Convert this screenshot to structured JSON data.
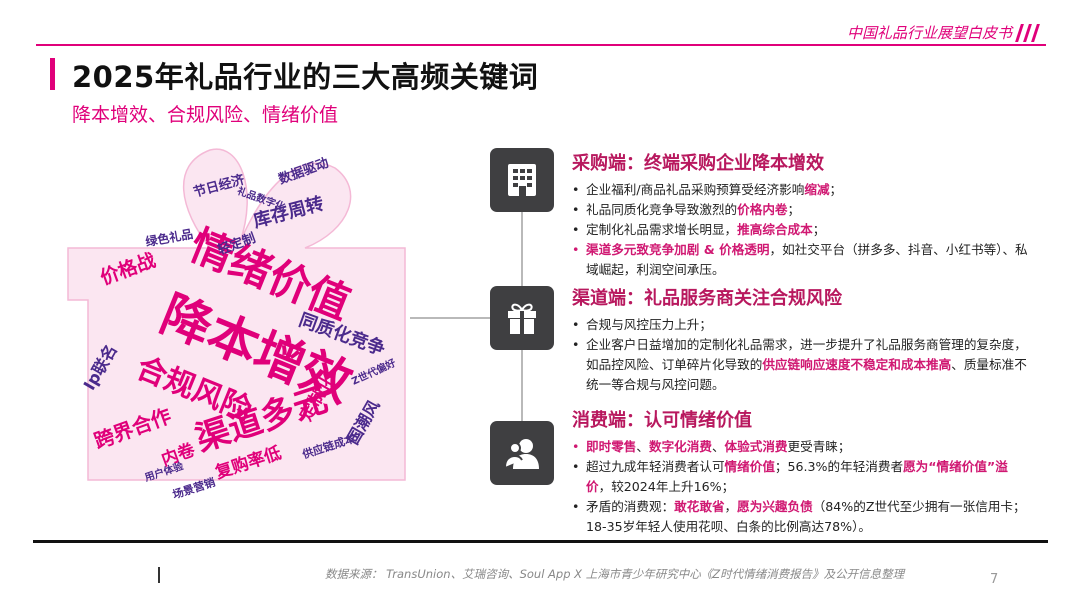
{
  "header": {
    "brand": "中国礼品行业展望白皮书",
    "title": "2025年礼品行业的三大高频关键词",
    "subtitle": "降本增效、合规风险、情绪价值"
  },
  "word_cloud": {
    "colors": [
      "#e0007a",
      "#4b2a8c"
    ],
    "words": [
      {
        "text": "降本增效",
        "size": 50,
        "color": "#e0007a",
        "rot": 22
      },
      {
        "text": "情绪价值",
        "size": 42,
        "color": "#e0007a",
        "rot": 22
      },
      {
        "text": "渠道多元",
        "size": 34,
        "color": "#e0007a",
        "rot": -18
      },
      {
        "text": "合规风险",
        "size": 30,
        "color": "#e0007a",
        "rot": 22
      },
      {
        "text": "跨界合作",
        "size": 20,
        "color": "#e0007a",
        "rot": -20
      },
      {
        "text": "价格战",
        "size": 19,
        "color": "#e0007a",
        "rot": -20
      },
      {
        "text": "同质化竞争",
        "size": 18,
        "color": "#4b2a8c",
        "rot": 20
      },
      {
        "text": "库存周转",
        "size": 18,
        "color": "#4b2a8c",
        "rot": -15
      },
      {
        "text": "复购率低",
        "size": 17,
        "color": "#e0007a",
        "rot": -18
      },
      {
        "text": "定制化",
        "size": 17,
        "color": "#e0007a",
        "rot": -60
      },
      {
        "text": "内卷",
        "size": 17,
        "color": "#e0007a",
        "rot": -20
      },
      {
        "text": "国潮风",
        "size": 16,
        "color": "#4b2a8c",
        "rot": -60
      },
      {
        "text": "Ip联名",
        "size": 16,
        "color": "#4b2a8c",
        "rot": -60
      },
      {
        "text": "节日经济",
        "size": 13,
        "color": "#4b2a8c",
        "rot": -15
      },
      {
        "text": "数据驱动",
        "size": 13,
        "color": "#4b2a8c",
        "rot": -20
      },
      {
        "text": "轻定制",
        "size": 13,
        "color": "#4b2a8c",
        "rot": -20
      },
      {
        "text": "绿色礼品",
        "size": 12,
        "color": "#4b2a8c",
        "rot": -10
      },
      {
        "text": "供应链成本",
        "size": 11,
        "color": "#4b2a8c",
        "rot": -18
      },
      {
        "text": "场景营销",
        "size": 11,
        "color": "#4b2a8c",
        "rot": -18
      },
      {
        "text": "用户体验",
        "size": 10,
        "color": "#4b2a8c",
        "rot": -18
      },
      {
        "text": "礼品数字化",
        "size": 10,
        "color": "#4b2a8c",
        "rot": 20
      },
      {
        "text": "Z世代偏好",
        "size": 10,
        "color": "#4b2a8c",
        "rot": -25
      }
    ]
  },
  "sections": [
    {
      "icon": "building-icon",
      "title": "采购端：终端采购企业降本增效",
      "bullets": [
        {
          "pink": false,
          "parts": [
            {
              "t": "企业福利/商品礼品采购预算受经济影响"
            },
            {
              "t": "缩减",
              "hl": true
            },
            {
              "t": "；"
            }
          ]
        },
        {
          "pink": false,
          "parts": [
            {
              "t": "礼品同质化竞争导致激烈的"
            },
            {
              "t": "价格内卷",
              "hl": true
            },
            {
              "t": "；"
            }
          ]
        },
        {
          "pink": false,
          "parts": [
            {
              "t": "定制化礼品需求增长明显，"
            },
            {
              "t": "推高综合成本",
              "hl": true
            },
            {
              "t": "；"
            }
          ]
        },
        {
          "pink": true,
          "parts": [
            {
              "t": "渠道多元致竞争加剧 & 价格透明",
              "hl": true
            },
            {
              "t": "，如社交平台（拼多多、抖音、小红书等）、私域崛起，利润空间承压。",
              "dark": true
            }
          ]
        }
      ]
    },
    {
      "icon": "gift-icon",
      "title": "渠道端：礼品服务商关注合规风险",
      "bullets": [
        {
          "pink": false,
          "parts": [
            {
              "t": "合规与风控压力上升；"
            }
          ]
        },
        {
          "pink": false,
          "parts": [
            {
              "t": "企业客户日益增加的定制化礼品需求，进一步提升了礼品服务商管理的复杂度，如品控风险、订单碎片化导致的"
            },
            {
              "t": "供应链响应速度不稳定和成本推高",
              "hl": true
            },
            {
              "t": "、质量标准不统一等合规与风控问题。"
            }
          ]
        }
      ]
    },
    {
      "icon": "consumer-icon",
      "title": "消费端：认可情绪价值",
      "bullets": [
        {
          "pink": true,
          "parts": [
            {
              "t": "即时零售",
              "hl": true
            },
            {
              "t": "、",
              "dark": true
            },
            {
              "t": "数字化消费",
              "hl": true
            },
            {
              "t": "、",
              "dark": true
            },
            {
              "t": "体验式消费",
              "hl": true
            },
            {
              "t": "更受青睐；",
              "dark": true
            }
          ]
        },
        {
          "pink": false,
          "parts": [
            {
              "t": "超过九成年轻消费者认可"
            },
            {
              "t": "情绪价值",
              "hl": true
            },
            {
              "t": "；56.3%的年轻消费者"
            },
            {
              "t": "愿为“情绪价值”溢价",
              "hl": true
            },
            {
              "t": "，较2024年上升16%；"
            }
          ]
        },
        {
          "pink": false,
          "parts": [
            {
              "t": "矛盾的消费观："
            },
            {
              "t": "敢花敢省",
              "hl": true
            },
            {
              "t": "，"
            },
            {
              "t": "愿为兴趣负债",
              "hl": true
            },
            {
              "t": "（84%的Z世代至少拥有一张信用卡；18-35岁年轻人使用花呗、白条的比例高达78%）。"
            }
          ]
        }
      ]
    }
  ],
  "footer": {
    "source": "数据来源： TransUnion、艾瑞咨询、Soul App X 上海市青少年研究中心《Z时代情绪消费报告》及公开信息整理",
    "page": "7"
  }
}
